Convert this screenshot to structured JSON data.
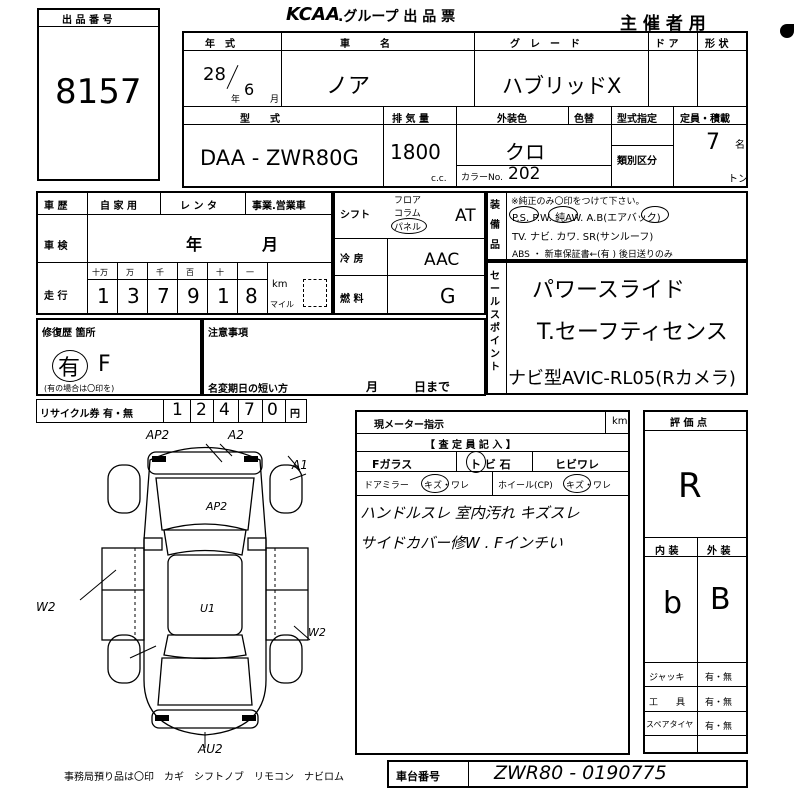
{
  "header": {
    "lot_label": "出 品 番 号",
    "lot_number": "8157",
    "brand": "KCAA",
    "form_title": ".グループ 出 品 票",
    "organizer": "主 催 者 用"
  },
  "row1": {
    "year_label": "年　式",
    "year": "28",
    "month": "6",
    "year_unit": "年",
    "month_unit": "月",
    "car_name_label": "車　　　名",
    "car_name": "ノア",
    "grade_label": "グ　レ　ー　ド",
    "grade": "ハブリッドX",
    "doors_label": "ド ア",
    "body_type_label": "形 状"
  },
  "row2": {
    "model_label": "型　　式",
    "model": "DAA - ZWR80G",
    "displacement_label": "排 気 量",
    "displacement": "1800",
    "cc_unit": "c.c.",
    "color_label": "外装色",
    "color": "クロ",
    "color_code_label": "カラーNo.",
    "color_code": "202",
    "repaint_label": "色替",
    "type_designation_label": "型式指定",
    "category_label": "類別区分",
    "capacity_label": "定員・積載",
    "capacity": "7",
    "capacity_unit": "名",
    "ton_unit": "トン"
  },
  "history": {
    "label": "車 歴",
    "private_use": "自 家 用",
    "rental": "レ ン タ",
    "business": "事業.営業車",
    "inspection_label": "車 検",
    "year_unit": "年",
    "month_unit": "月",
    "mileage_label": "走 行",
    "mileage_digit_units": [
      "十万",
      "万",
      "千",
      "百",
      "十",
      "一"
    ],
    "mileage_digits": [
      "1",
      "3",
      "7",
      "9",
      "1",
      "8"
    ],
    "km": "km",
    "mile": "マイル"
  },
  "drive": {
    "shift_label": "シフト",
    "shift_options": [
      "フロア",
      "コラム",
      "パネル"
    ],
    "shift": "AT",
    "ac_label": "冷 房",
    "ac": "AAC",
    "fuel_label": "燃 料",
    "fuel": "G"
  },
  "equipment": {
    "label": "装備品",
    "note": "※純正のみ〇印をつけて下さい。",
    "line1": "P.S.  P.W.  純AW.  A.B(エアバック)",
    "line2": "TV. ナビ. カワ. SR(サンルーフ)",
    "line3": "ABS ・ 新車保証書←(有 ) 後日送りのみ"
  },
  "sales_points": {
    "label": "セールスポイント",
    "lines": [
      "パワースライド",
      "T.セーフティセンス",
      "ナビ型AVIC-RL05(Rカメラ)"
    ]
  },
  "repair": {
    "label": "修復歴 箇所",
    "value": "有",
    "location": "F",
    "note": "(有の場合は〇印を)"
  },
  "notes": {
    "label": "注意事項",
    "short_term_label": "名変期日の短い方",
    "month_unit": "月",
    "day_unit": "日まで"
  },
  "recycle": {
    "label": "リサイクル券 有・無",
    "digits": [
      "1",
      "2",
      "4",
      "7",
      "0"
    ],
    "unit": "円"
  },
  "meter": {
    "label": "現メーター指示",
    "unit": "km",
    "inspector_label": "【 査 定 員 記 入 】",
    "glass_label": "Fガラス",
    "glass_opt1": "ト ビ 石",
    "glass_opt2": "ヒビワレ",
    "mirror_label": "ドアミラー",
    "mirror_opts": "キズ・ワレ",
    "wheel_label": "ホイール(CP)",
    "wheel_opts": "キズ・ワレ",
    "comment1": "ハンドルスレ 室内汚れ キズスレ",
    "comment2": "サイドカバー修W . Fインチい"
  },
  "rating": {
    "label": "評 価 点",
    "score": "R",
    "interior_label": "内 装",
    "exterior_label": "外 装",
    "interior": "b",
    "exterior": "B",
    "jack_label": "ジャッキ",
    "tools_label": "工　　具",
    "spare_label": "スペアタイヤ",
    "yes_no": "有・無"
  },
  "diagram_marks": {
    "ap2_top": "AP2",
    "a2_top": "A2",
    "a1": "A1",
    "ap2_roof": "AP2",
    "u1": "U1",
    "w2_left": "W2",
    "w2_right": "W2",
    "au2": "AU2"
  },
  "footer": {
    "deposit_note": "事務局預り品は〇印　カギ　シフトノブ　リモコン　ナビロム",
    "chassis_label": "車台番号",
    "chassis_number": "ZWR80 - 0190775"
  }
}
